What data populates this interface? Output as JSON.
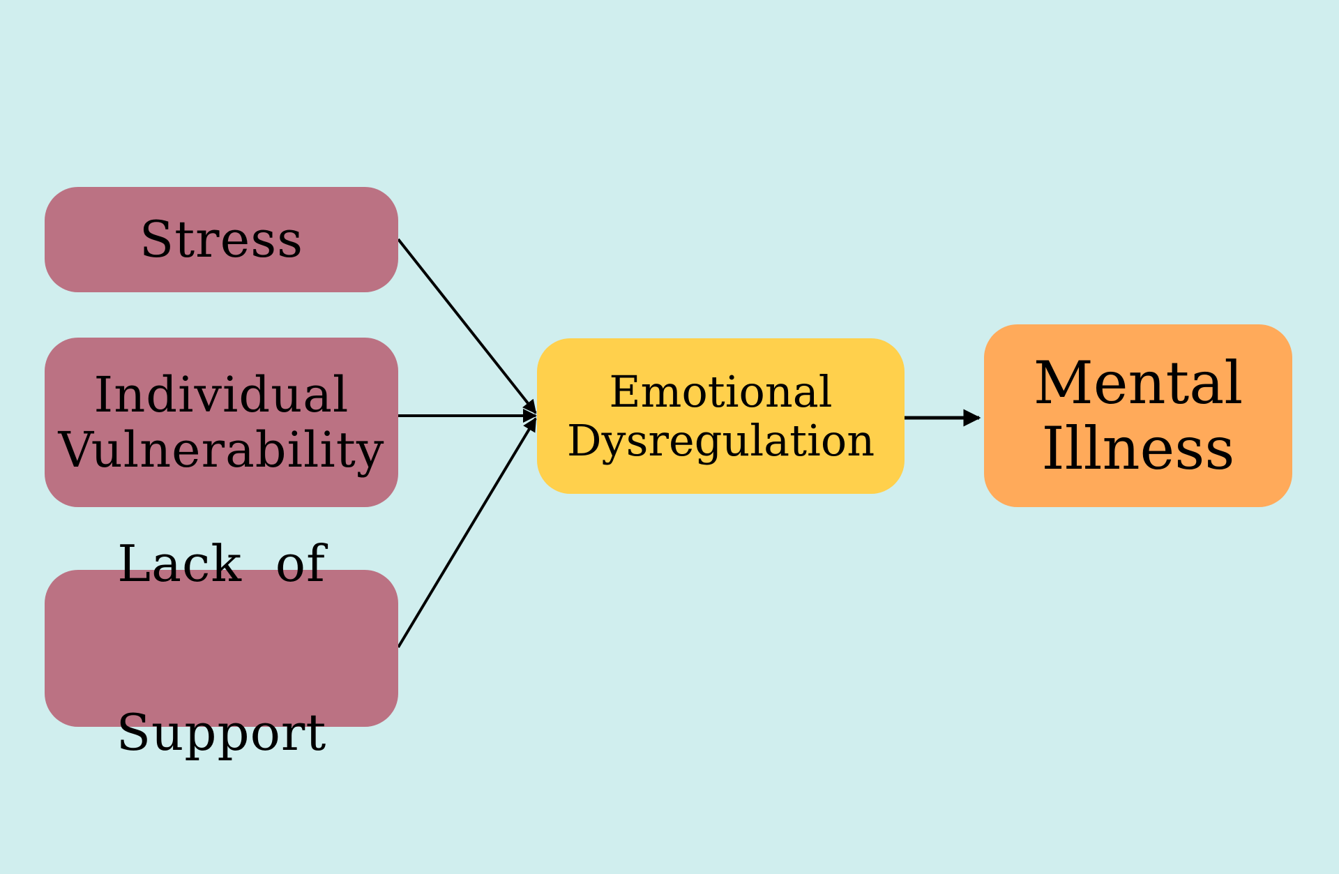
{
  "diagram": {
    "colors": {
      "background": "#d0eeee",
      "cause": "#bb7283",
      "mediator": "#ffd04c",
      "outcome": "#ffaa5a",
      "arrow": "#000000"
    },
    "nodes": {
      "stress": {
        "lines": [
          "Stress"
        ]
      },
      "vulnerability": {
        "lines": [
          "Individual",
          "Vulnerability"
        ]
      },
      "support": {
        "lines": [
          "Lack  of",
          "Support"
        ]
      },
      "emotional": {
        "lines": [
          "Emotional",
          "Dysregulation"
        ]
      },
      "mental": {
        "lines": [
          "Mental",
          "Illness"
        ]
      }
    },
    "edges": [
      {
        "from": "Stress",
        "to": "Emotional Dysregulation"
      },
      {
        "from": "Individual Vulnerability",
        "to": "Emotional Dysregulation"
      },
      {
        "from": "Lack of Support",
        "to": "Emotional Dysregulation"
      },
      {
        "from": "Emotional Dysregulation",
        "to": "Mental Illness"
      }
    ]
  }
}
